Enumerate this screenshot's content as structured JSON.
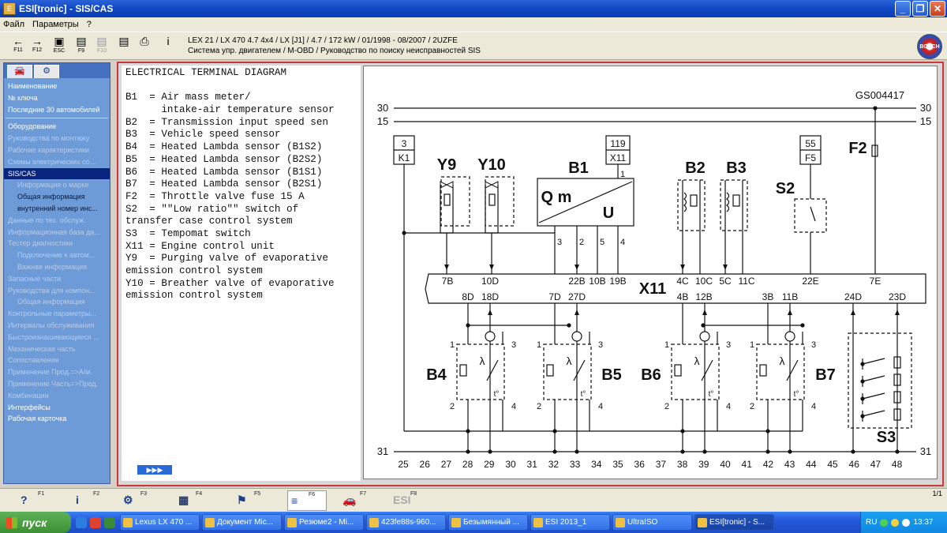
{
  "window": {
    "title": "ESI[tronic] - SIS/CAS",
    "controls": [
      "_",
      "❐",
      "✕"
    ]
  },
  "menu": [
    "Файл",
    "Параметры",
    "?"
  ],
  "toolbar": {
    "buttons": [
      {
        "icon": "arrow-left-icon",
        "glyph": "←",
        "key": "F11"
      },
      {
        "icon": "arrow-right-icon",
        "glyph": "→",
        "key": "F12"
      },
      {
        "icon": "esc-icon",
        "glyph": "▣",
        "key": "ESC"
      },
      {
        "icon": "doc-f9-icon",
        "glyph": "▤",
        "key": "F9"
      },
      {
        "icon": "doc-f10-icon",
        "glyph": "▤",
        "key": "F10"
      },
      {
        "icon": "document-icon",
        "glyph": "▤",
        "key": ""
      },
      {
        "icon": "printer-icon",
        "glyph": "⎙",
        "key": ""
      },
      {
        "icon": "info-icon",
        "glyph": "i",
        "key": ""
      }
    ],
    "vehicle_line1": "LEX 21 / LX 470 4.7 4x4 / LX [J1] / 4.7 / 172 kW / 01/1998 - 08/2007 / 2UZFE",
    "vehicle_line2": "Система упр. двигателем / M-OBD  / Руководство по поиску неисправностей SIS",
    "logo": "BOSCH"
  },
  "nav": {
    "tabs": [
      "car-icon",
      "engine-icon"
    ],
    "group1": [
      {
        "label": "Наименование",
        "style": "normal"
      },
      {
        "label": "№ ключа",
        "style": "normal"
      },
      {
        "label": "Последние 30 автомобилей",
        "style": "normal"
      }
    ],
    "group2": [
      {
        "label": "Оборудование",
        "style": "normal"
      },
      {
        "label": "Руководства по монтажу",
        "style": "dim"
      },
      {
        "label": "Рабочие характеристики",
        "style": "dim"
      },
      {
        "label": "Схемы электрических со...",
        "style": "dim"
      },
      {
        "label": "SIS/CAS",
        "style": "selected"
      },
      {
        "label": "Информация о марке",
        "style": "dim-sub"
      },
      {
        "label": "Общая информация",
        "style": "dark-sub"
      },
      {
        "label": "внутренний номер инс...",
        "style": "dark-sub"
      },
      {
        "label": "Данные по тех. обслуж.",
        "style": "dim"
      },
      {
        "label": "Информационная база да...",
        "style": "dim"
      },
      {
        "label": "Тестер диагностики",
        "style": "dim"
      },
      {
        "label": "Подключение к автом...",
        "style": "dim-sub"
      },
      {
        "label": "Важная информация",
        "style": "dim-sub"
      },
      {
        "label": "Запасные части",
        "style": "dim"
      },
      {
        "label": "Руководства для компон...",
        "style": "dim"
      },
      {
        "label": "Общая информация",
        "style": "dim-sub"
      },
      {
        "label": "Контрольные параметры...",
        "style": "dim"
      },
      {
        "label": "Интервалы обслуживания",
        "style": "dim"
      },
      {
        "label": "Быстроизнашивающиеся ...",
        "style": "dim"
      },
      {
        "label": "Механическая часть",
        "style": "dim"
      },
      {
        "label": "Сопоставления",
        "style": "dim"
      },
      {
        "label": "Применение Прод.=>А/м.",
        "style": "dim"
      },
      {
        "label": "Применение Часть=>Прод.",
        "style": "dim"
      },
      {
        "label": "Комбинации",
        "style": "dim"
      },
      {
        "label": "Интерфейсы",
        "style": "normal"
      },
      {
        "label": "Рабочая карточка",
        "style": "normal"
      }
    ]
  },
  "content": {
    "text_lines": [
      "ELECTRICAL TERMINAL DIAGRAM",
      "",
      "B1  = Air mass meter/",
      "      intake-air temperature sensor",
      "B2  = Transmission input speed sen",
      "B3  = Vehicle speed sensor",
      "B4  = Heated Lambda sensor (B1S2)",
      "B5  = Heated Lambda sensor (B2S2)",
      "B6  = Heated Lambda sensor (B1S1)",
      "B7  = Heated Lambda sensor (B2S1)",
      "F2  = Throttle valve fuse 15 A",
      "S2  = \"\"Low ratio\"\" switch of",
      "transfer case control system",
      "S3  = Tempomat switch",
      "X11 = Engine control unit",
      "Y9  = Purging valve of evaporative",
      "emission control system",
      "Y10 = Breather valve of evaporative",
      "emission control system"
    ],
    "pager": "▶▶▶"
  },
  "diagram": {
    "code": "GS004417",
    "rail_30": "30",
    "rail_15": "15",
    "rail_31": "31",
    "k1_top": "3",
    "k1_bot": "K1",
    "b1_top": "119",
    "b1_bot": "X11",
    "b1_pin": "1",
    "f5_top": "55",
    "f5_bot": "F5",
    "labels": {
      "Y9": "Y9",
      "Y10": "Y10",
      "B1": "B1",
      "B2": "B2",
      "B3": "B3",
      "S2": "S2",
      "F2": "F2",
      "X11": "X11",
      "B4": "B4",
      "B5": "B5",
      "B6": "B6",
      "B7": "B7",
      "S3": "S3",
      "Qm": "Q m",
      "U": "U"
    },
    "b1_pins": [
      "3",
      "2",
      "5",
      "4"
    ],
    "x11_top_pins": [
      "7B",
      "10D",
      "22B",
      "10B",
      "19B",
      "4C",
      "10C",
      "5C",
      "11C",
      "22E",
      "7E"
    ],
    "x11_bot_pins": [
      "8D",
      "18D",
      "7D",
      "27D",
      "4B",
      "12B",
      "3B",
      "11B",
      "24D",
      "23D"
    ],
    "sensor_pins": [
      "1",
      "3",
      "2",
      "4"
    ],
    "lambda": "λ",
    "temp": "t°",
    "bottom_numbers": [
      "25",
      "26",
      "27",
      "28",
      "29",
      "30",
      "31",
      "32",
      "33",
      "34",
      "35",
      "36",
      "37",
      "38",
      "39",
      "40",
      "41",
      "42",
      "43",
      "44",
      "45",
      "46",
      "47",
      "48"
    ]
  },
  "fkeys": [
    {
      "glyph": "?",
      "key": "F1",
      "icon": "help-icon"
    },
    {
      "glyph": "i",
      "key": "F2",
      "icon": "info-icon"
    },
    {
      "glyph": "⚙",
      "key": "F3",
      "icon": "components-icon"
    },
    {
      "glyph": "▦",
      "key": "F4",
      "icon": "wiring-icon"
    },
    {
      "glyph": "⚑",
      "key": "F5",
      "icon": "tools-icon"
    },
    {
      "glyph": "≡",
      "key": "F6",
      "icon": "list-icon"
    },
    {
      "glyph": "🚗",
      "key": "F7",
      "icon": "car-icon"
    },
    {
      "glyph": "ESI",
      "key": "F8",
      "icon": "esi-icon"
    }
  ],
  "page_info": "1/1",
  "taskbar": {
    "start": "пуск",
    "tasks": [
      {
        "label": "Lexus LX 470 ...",
        "active": false
      },
      {
        "label": "Документ Mic...",
        "active": false
      },
      {
        "label": "Резюме2 - Mi...",
        "active": false
      },
      {
        "label": "423fe88s-960...",
        "active": false
      },
      {
        "label": "Безымянный ...",
        "active": false
      },
      {
        "label": "ESI 2013_1",
        "active": false
      },
      {
        "label": "UltraISO",
        "active": false
      },
      {
        "label": "ESI[tronic] - S...",
        "active": true
      }
    ],
    "lang": "RU",
    "clock": "13:37"
  }
}
